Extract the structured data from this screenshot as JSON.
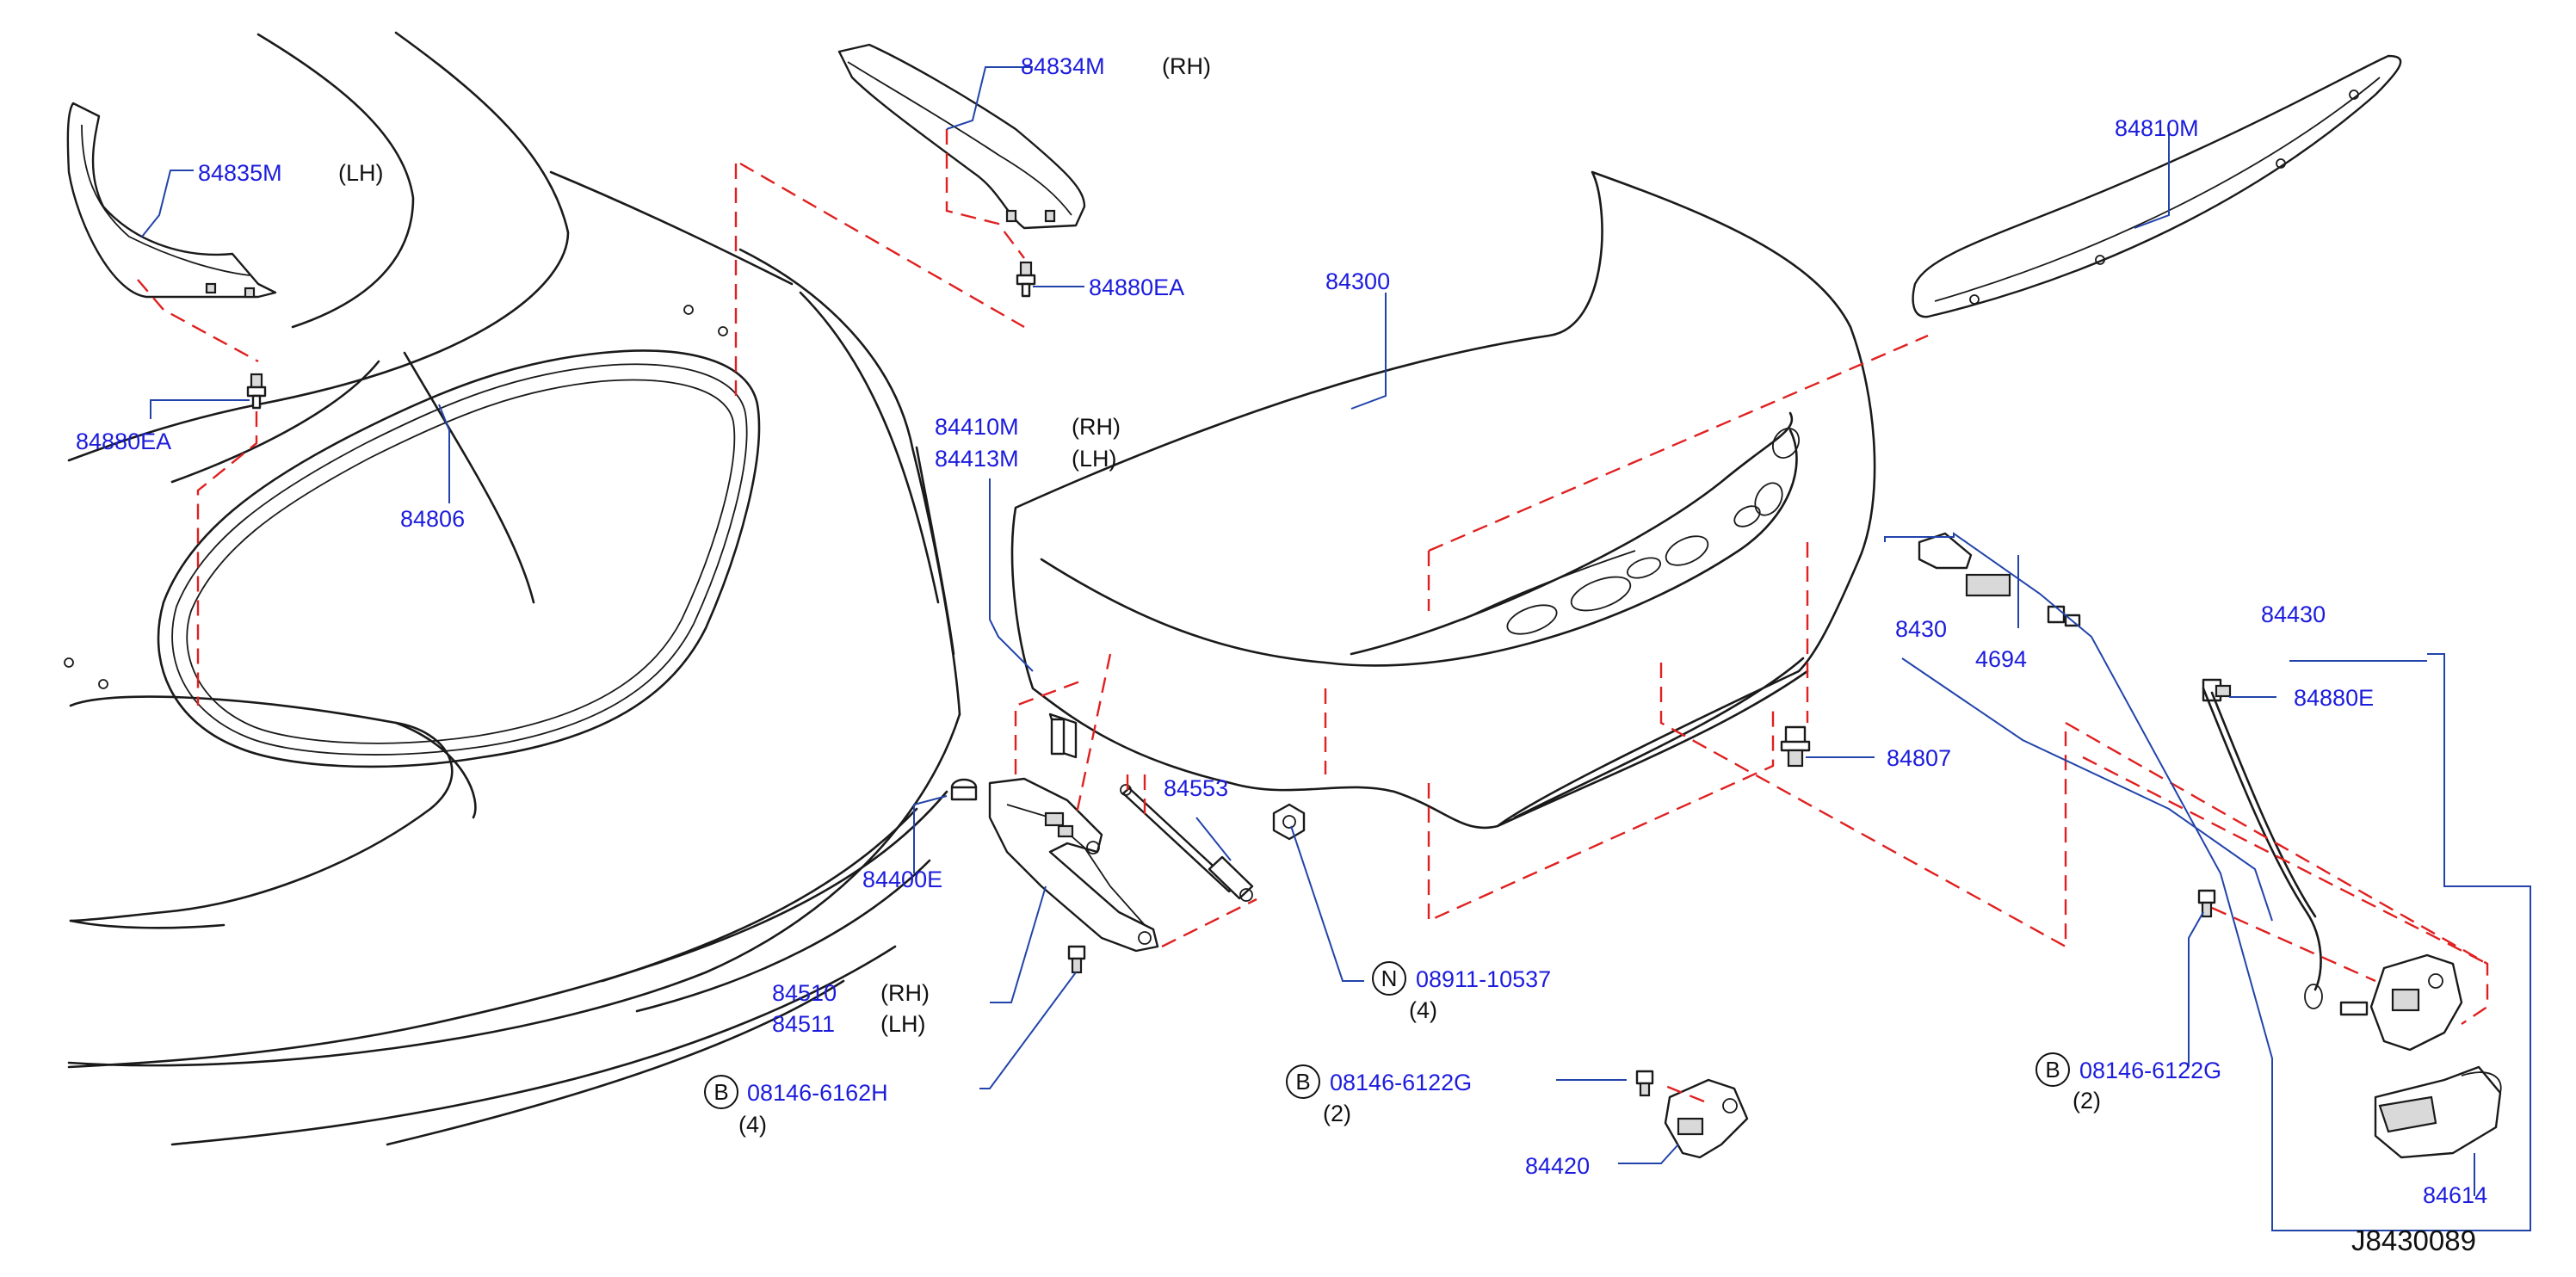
{
  "diagram_ref": "J8430089",
  "labels": {
    "p84835M": "84835M",
    "p84835M_side": "(LH)",
    "p84834M": "84834M",
    "p84834M_side": "(RH)",
    "p84880EA_top": "84880EA",
    "p84880EA_left": "84880EA",
    "p84806": "84806",
    "p84300": "84300",
    "p84810M": "84810M",
    "p84410M": "84410M",
    "p84410M_side": "(RH)",
    "p84413M": "84413M",
    "p84413M_side": "(LH)",
    "p84553": "84553",
    "p84400E": "84400E",
    "p84510": "84510",
    "p84510_side": "(RH)",
    "p84511": "84511",
    "p84511_side": "(LH)",
    "bolt_left_letter": "B",
    "bolt_left": "08146-6162H",
    "bolt_left_qty": "(4)",
    "nut_letter": "N",
    "nut": "08911-10537",
    "nut_qty": "(4)",
    "bolt_mid_letter": "B",
    "bolt_mid": "08146-6122G",
    "bolt_mid_qty": "(2)",
    "p84420": "84420",
    "p84807": "84807",
    "p84430": "84430",
    "p84880E": "84880E",
    "p4694_partial": "4694",
    "p8430_partial": "8430",
    "bolt_right_letter": "B",
    "bolt_right": "08146-6122G",
    "bolt_right_qty": "(2)",
    "p84614": "84614"
  },
  "colors": {
    "part_number": "#1c1cdd",
    "leader": "#2244aa",
    "hidden_line": "#e02020",
    "outline": "#1a1a1a"
  }
}
